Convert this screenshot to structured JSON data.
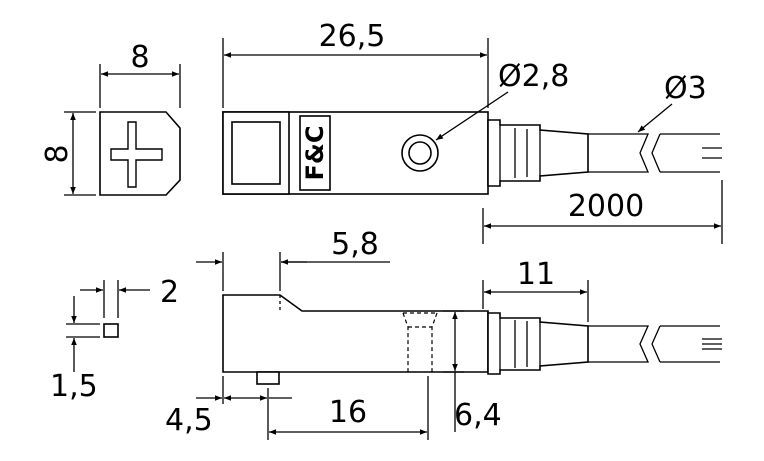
{
  "dimensions": {
    "width_8": "8",
    "length_26_5": "26,5",
    "hole_dia": "Ø2,8",
    "cable_dia": "Ø3",
    "height_8": "8",
    "cable_length": "2000",
    "step_5_8": "5,8",
    "pin_2": "2",
    "cable_sleeve_11": "11",
    "pin_1_5": "1,5",
    "offset_4_5": "4,5",
    "spacing_16": "16",
    "height_6_4": "6,4"
  },
  "brand_label": "F&C"
}
